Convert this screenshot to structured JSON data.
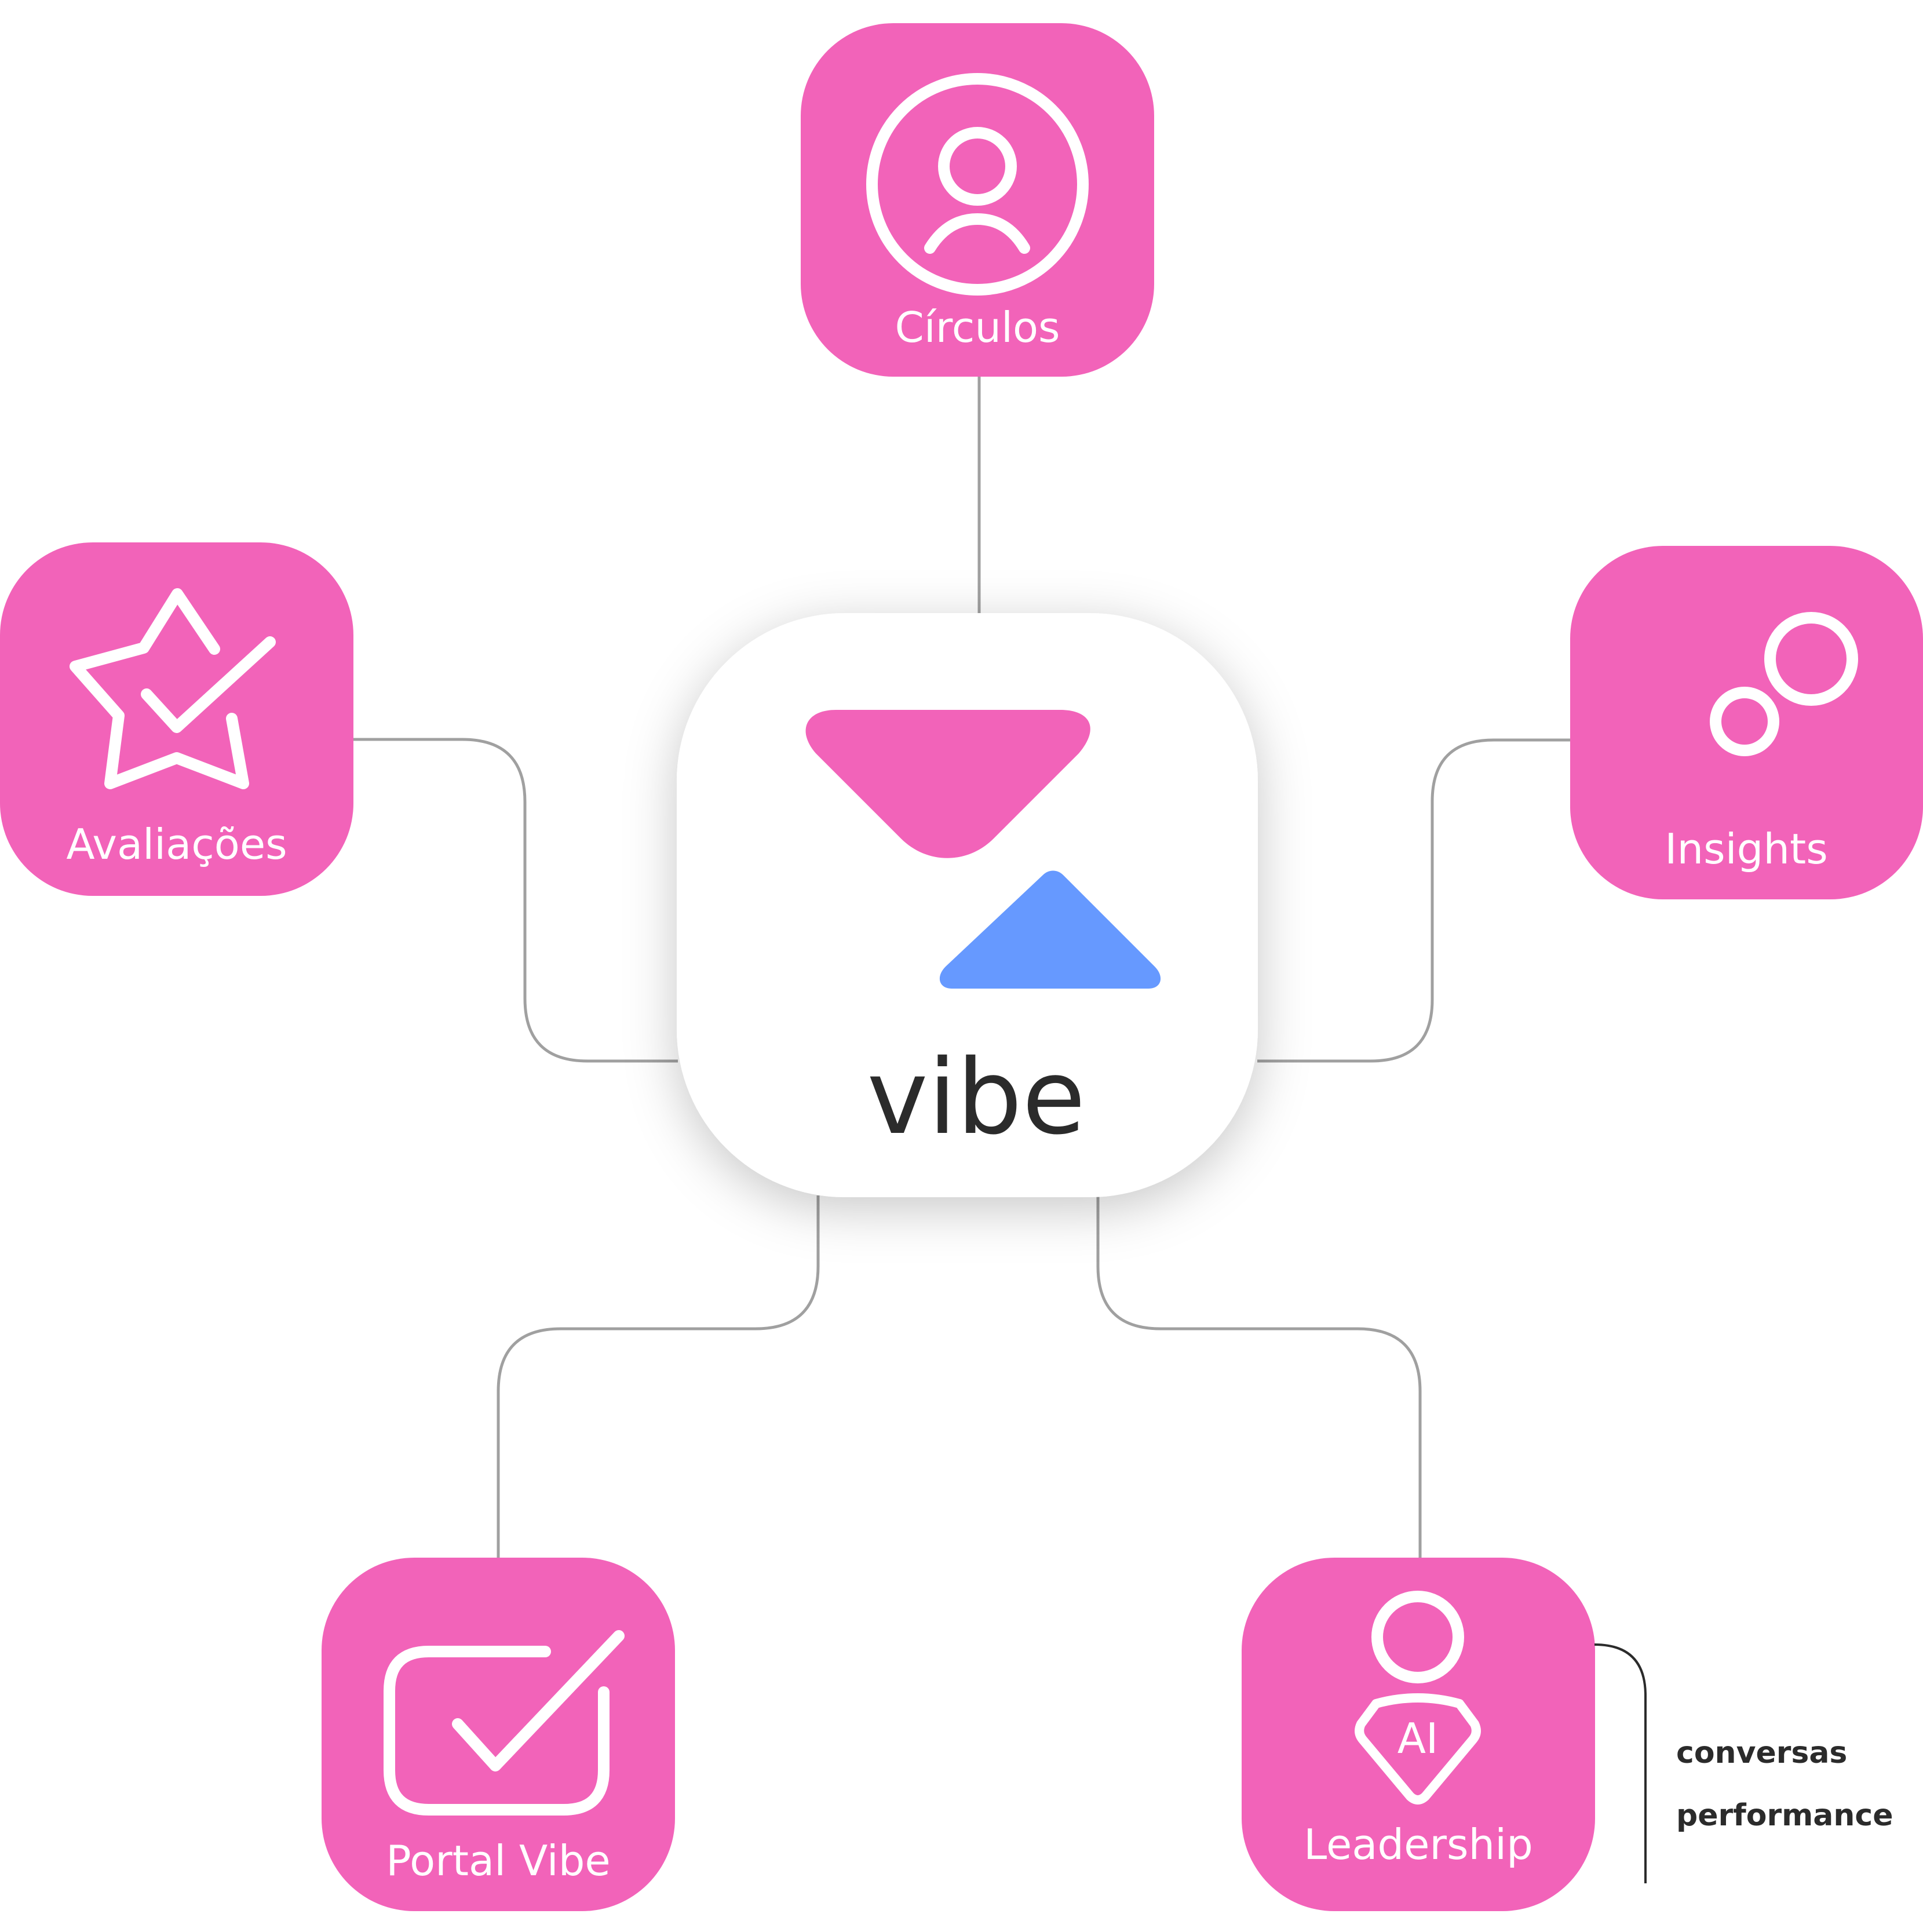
{
  "colors": {
    "tile": "#f263b9",
    "center_bg": "#ffffff",
    "logo_pink": "#f263b9",
    "logo_blue": "#6699ff",
    "connector": "#a0a0a0",
    "text_dark": "#2b2b2b"
  },
  "center": {
    "brand": "vibe"
  },
  "nodes": {
    "circulos": {
      "label": "Círculos",
      "icon": "user-circle-icon"
    },
    "avaliacoes": {
      "label": "Avaliações",
      "icon": "star-check-icon"
    },
    "insights": {
      "label": "Insights",
      "icon": "bubbles-icon"
    },
    "portal": {
      "label": "Portal Vibe",
      "icon": "checkbox-icon"
    },
    "leadership": {
      "label": "Leadership",
      "icon": "ai-leader-icon",
      "badge": "AI"
    }
  },
  "leadership_notes": [
    "conversas",
    "performance"
  ]
}
